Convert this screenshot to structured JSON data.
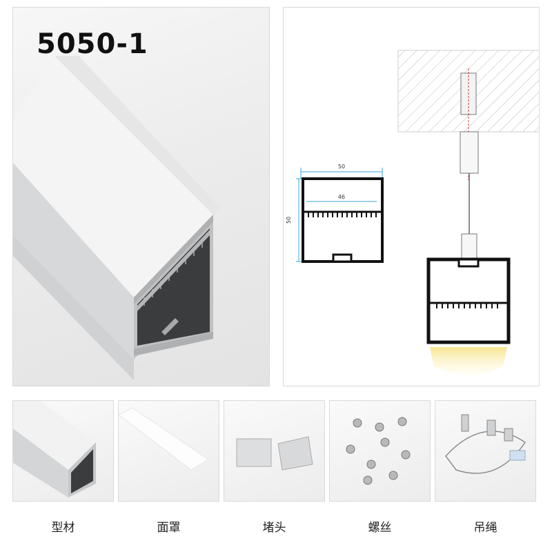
{
  "product": {
    "model": "5050-1"
  },
  "diagram": {
    "width_label": "50",
    "inner_width_label": "46",
    "height_label": "50"
  },
  "components": [
    {
      "label": "型材"
    },
    {
      "label": "面罩"
    },
    {
      "label": "堵头"
    },
    {
      "label": "螺丝"
    },
    {
      "label": "吊绳"
    }
  ],
  "colors": {
    "aluminum": "#cfd1d3",
    "profile_black": "#111111",
    "dimension_line": "#3aa6d8",
    "light_glow": "#f6e38a"
  }
}
